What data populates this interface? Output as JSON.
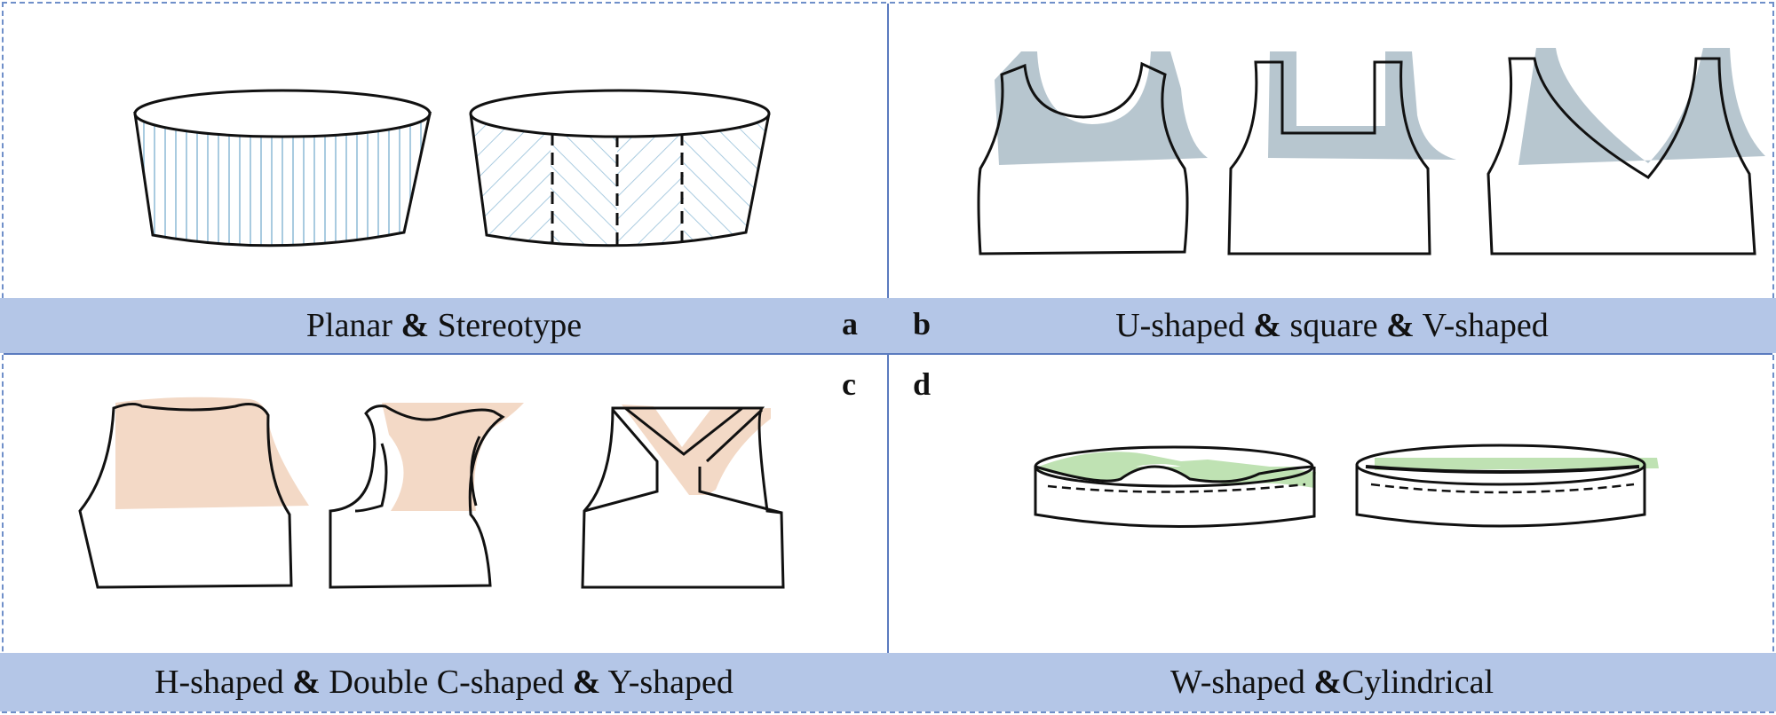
{
  "panels": {
    "a": {
      "letter": "a",
      "caption_parts": [
        "Planar ",
        "&",
        " Stereotype"
      ]
    },
    "b": {
      "letter": "b",
      "caption_parts": [
        "U-shaped ",
        "&",
        " square ",
        "&",
        " V-shaped"
      ]
    },
    "c": {
      "letter": "c",
      "caption_parts": [
        "H-shaped ",
        "&",
        " Double C-shaped ",
        "&",
        " Y-shaped"
      ]
    },
    "d": {
      "letter": "d",
      "caption_parts": [
        "W-shaped ",
        "&",
        "Cylindrical"
      ]
    }
  },
  "colors": {
    "caption_bar": "#b4c6e7",
    "grey_shadow": "#b7c6cf",
    "peach_shadow": "#f3d9c6",
    "green_shadow": "#bfe2b3",
    "hatch": "#a9cbe0",
    "border": "#6f8fc9"
  }
}
